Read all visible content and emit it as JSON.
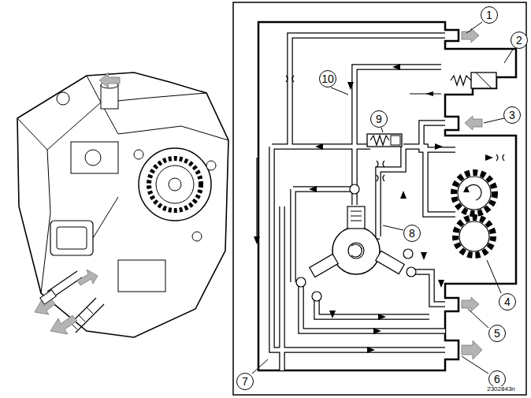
{
  "diagram": {
    "labels": [
      "1",
      "2",
      "3",
      "4",
      "5",
      "6",
      "7",
      "8",
      "9",
      "10",
      "2302843n"
    ]
  }
}
